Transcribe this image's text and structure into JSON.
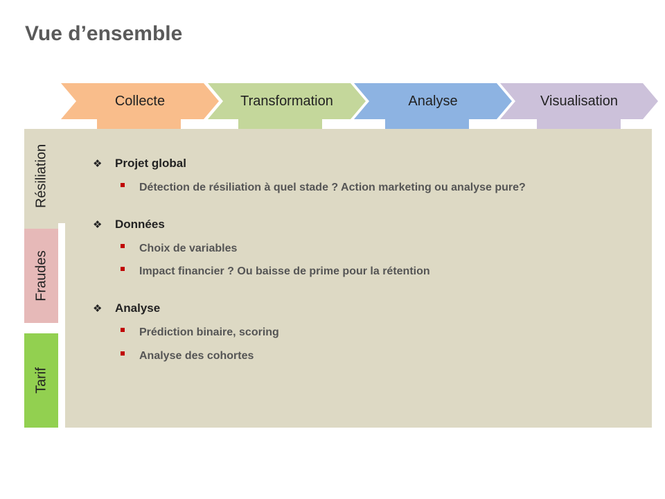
{
  "title": "Vue d’ensemble",
  "process_steps": [
    {
      "label": "Collecte",
      "color": "#f9bd8b"
    },
    {
      "label": "Transformation",
      "color": "#c4d79b"
    },
    {
      "label": "Analyse",
      "color": "#8db3e2"
    },
    {
      "label": "Visualisation",
      "color": "#ccc1da"
    }
  ],
  "side_tabs": [
    {
      "label": "Résiliation",
      "color": "#ddd9c4"
    },
    {
      "label": "Fraudes",
      "color": "#e6b9b8"
    },
    {
      "label": "Tarif",
      "color": "#92d050"
    }
  ],
  "content": {
    "sections": [
      {
        "heading": "Projet global",
        "items": [
          "Détection de résiliation à quel stade ? Action marketing ou analyse pure?"
        ]
      },
      {
        "heading": "Données",
        "items": [
          "Choix de variables",
          "Impact financier ? Ou baisse de prime pour la rétention"
        ]
      },
      {
        "heading": "Analyse",
        "items": [
          "Prédiction binaire, scoring",
          "Analyse des cohortes"
        ]
      }
    ]
  },
  "icons": {
    "heading_bullet": "diamond-bullet-icon",
    "item_bullet": "square-bullet-icon"
  }
}
